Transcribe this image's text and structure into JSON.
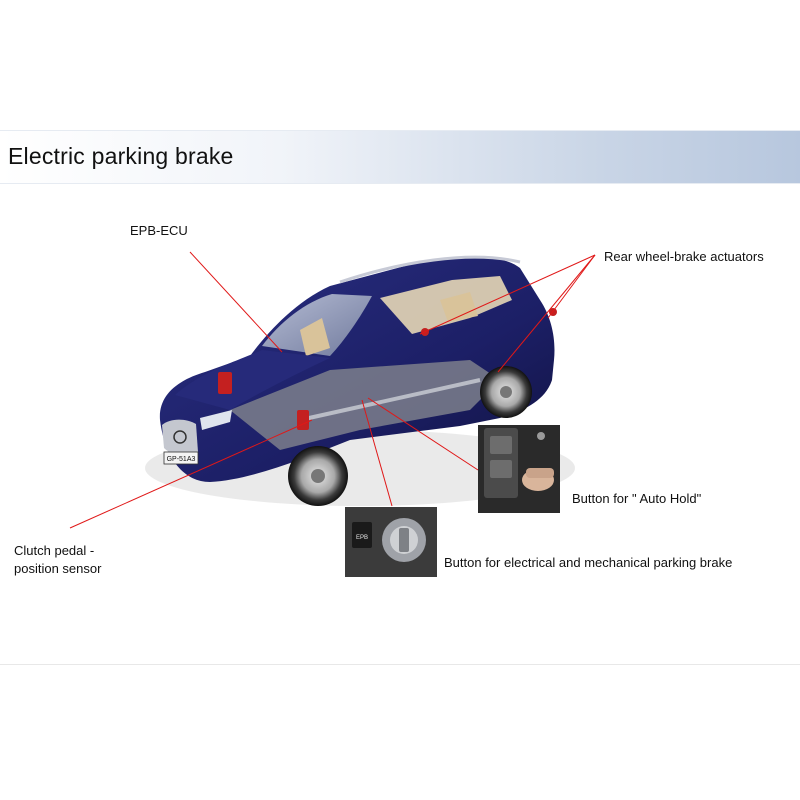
{
  "title": "Electric parking brake",
  "labels": {
    "epb_ecu": "EPB-ECU",
    "rear_actuators": "Rear wheel-brake actuators",
    "clutch_line1": "Clutch pedal -",
    "clutch_line2": "position sensor",
    "auto_hold": "Button for \" Auto Hold\"",
    "parking_button": "Button for electrical and mechanical parking brake"
  },
  "inset_text": {
    "epb_key": "EPB",
    "plate": "GP-51A3"
  },
  "colors": {
    "callout_line": "#e01818",
    "car_body": "#1c1f66",
    "title_band_end": "#b7c7de"
  }
}
